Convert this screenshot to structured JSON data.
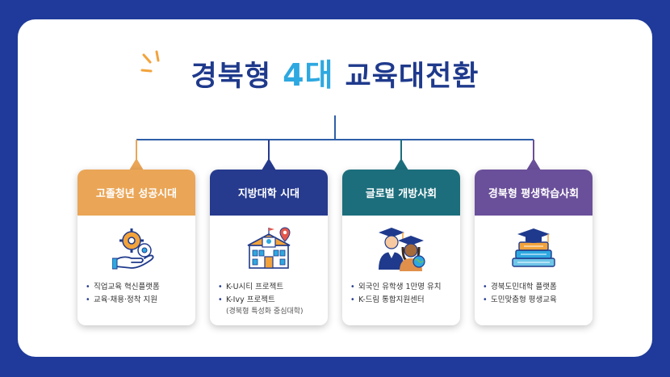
{
  "title": {
    "prefix": "경북형",
    "highlight": "4대",
    "suffix": "교육대전환"
  },
  "colors": {
    "background": "#1f3a9a",
    "title": "#1f3a8c",
    "highlight": "#2ea8e0",
    "card1": "#eaa556",
    "card2": "#263a8e",
    "card3": "#1c6e7c",
    "card4": "#6a4f9a"
  },
  "cards": [
    {
      "title": "고졸청년 성공시대",
      "icon": "hand-gears-icon",
      "bullets": [
        "직업교육 혁신플랫폼",
        "교육·채용·정착 지원"
      ],
      "note": ""
    },
    {
      "title": "지방대학 시대",
      "icon": "university-building-icon",
      "bullets": [
        "K-U시티 프로젝트",
        "K-Ivy 프로젝트"
      ],
      "note": "(경북형 특성화 중심대학)"
    },
    {
      "title": "글로벌 개방사회",
      "icon": "international-graduates-icon",
      "bullets": [
        "외국인 유학생 1만명 유치",
        "K-드림 통합지원센터"
      ],
      "note": ""
    },
    {
      "title": "경북형 평생학습사회",
      "icon": "books-graduation-cap-icon",
      "bullets": [
        "경북도민대학 플랫폼",
        "도민맞춤형 평생교육"
      ],
      "note": ""
    }
  ]
}
